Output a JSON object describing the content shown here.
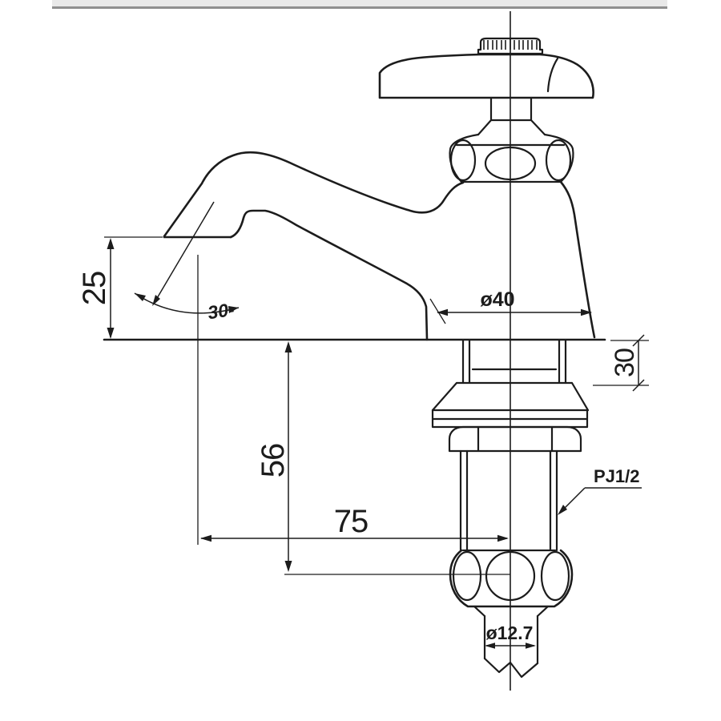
{
  "drawing": {
    "colors": {
      "background": "#ffffff",
      "line": "#1c1c1c",
      "text": "#1c1c1c",
      "topbar_fill": "#e9e9e9",
      "topbar_edge": "#8f8f8f"
    },
    "dimensions": {
      "spout_height": {
        "label": "25"
      },
      "spout_angle": {
        "label": "30-"
      },
      "body_width": {
        "label": "ø40"
      },
      "deck_range": {
        "label": "30"
      },
      "shank_depth": {
        "label": "56"
      },
      "spout_reach": {
        "label": "75"
      },
      "thread": {
        "label": "PJ1/2"
      },
      "inlet": {
        "label": "ø12.7"
      }
    }
  }
}
